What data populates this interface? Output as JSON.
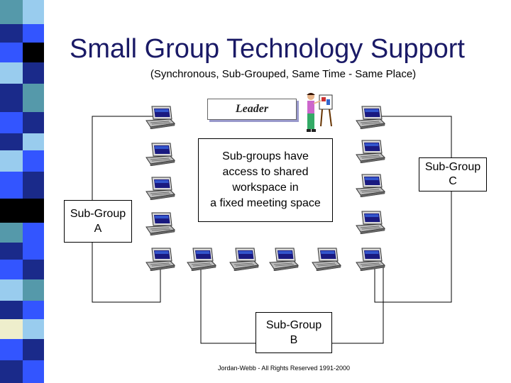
{
  "title": "Small Group Technology Support",
  "subtitle": "(Synchronous, Sub-Grouped, Same Time - Same Place)",
  "leader_label": "Leader",
  "shared_workspace_text": [
    "Sub-groups have",
    "access to shared",
    "workspace in",
    "a fixed meeting space"
  ],
  "group_a": [
    "Sub-Group",
    "A"
  ],
  "group_b": [
    "Sub-Group",
    "B"
  ],
  "group_c": [
    "Sub-Group",
    "C"
  ],
  "footer": "Jordan-Webb - All Rights Reserved 1991-2000",
  "icons": {
    "computer": "laptop-icon",
    "presenter": "presenter-at-easel-icon"
  },
  "colors": {
    "title": "#1a1a66",
    "stripe_blue": "#3355ff",
    "stripe_navy": "#1a2a8a",
    "stripe_black": "#000000",
    "stripe_teal": "#5599aa",
    "stripe_light_blue": "#99ccee",
    "stripe_cream": "#eeeecc"
  }
}
